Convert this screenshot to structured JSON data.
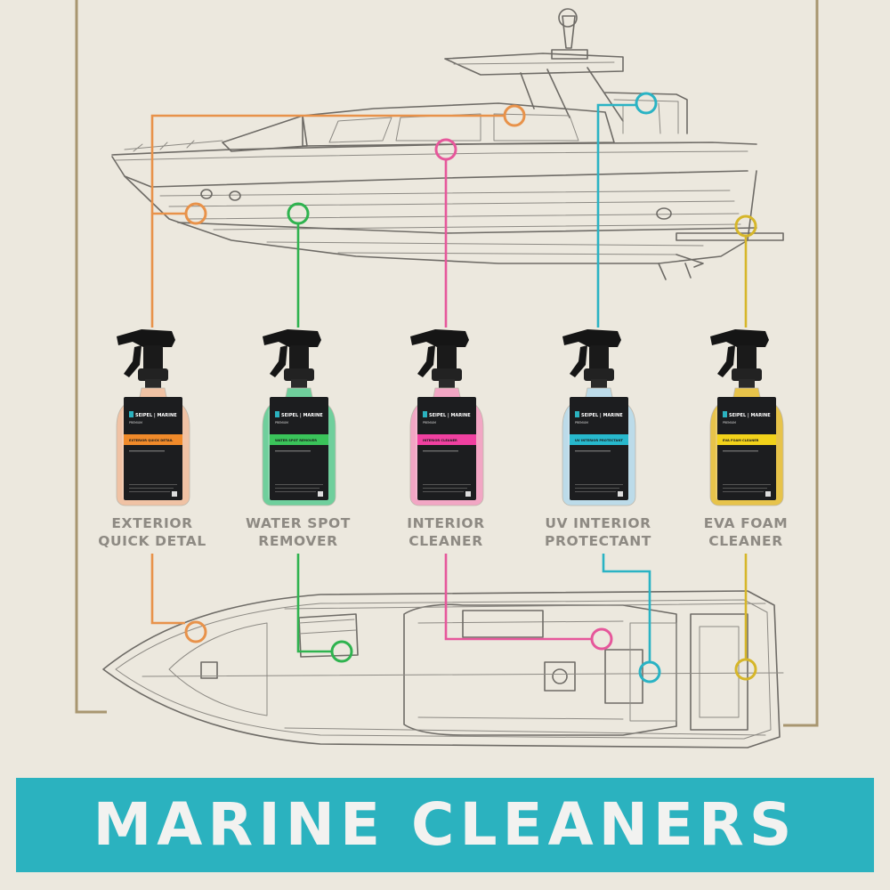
{
  "banner": {
    "title": "MARINE CLEANERS"
  },
  "brand": {
    "name": "SEIPEL",
    "separator": "|",
    "name_suffix": "MARINE",
    "tier": "PREMIUM"
  },
  "colors": {
    "background": "#ece8de",
    "frame": "#a89670",
    "banner": "#2bb2bf",
    "label_text": "#8e8a83"
  },
  "products": [
    {
      "name": "EXTERIOR\nQUICK DETAL",
      "strip_label": "EXTERIOR QUICK DETAIL",
      "color": "#f08a2a",
      "liquid": "#f0c2a4",
      "callout_color": "#e8924a"
    },
    {
      "name": "WATER SPOT\nREMOVER",
      "strip_label": "WATER SPOT REMOVER",
      "color": "#3ac45a",
      "liquid": "#6fcf9c",
      "callout_color": "#2fb34f"
    },
    {
      "name": "INTERIOR\nCLEANER",
      "strip_label": "INTERIOR CLEANER",
      "color": "#f040a0",
      "liquid": "#f2a6c4",
      "callout_color": "#e6579b"
    },
    {
      "name": "UV INTERIOR\nPROTECTANT",
      "strip_label": "UV INTERIOR PROTECTANT",
      "color": "#27b8cc",
      "liquid": "#bcdbe9",
      "callout_color": "#2ab3c4"
    },
    {
      "name": "EVA FOAM\nCLEANER",
      "strip_label": "EVA FOAM CLEANER",
      "color": "#f2d21a",
      "liquid": "#e7c34a",
      "callout_color": "#d6b62a"
    }
  ]
}
